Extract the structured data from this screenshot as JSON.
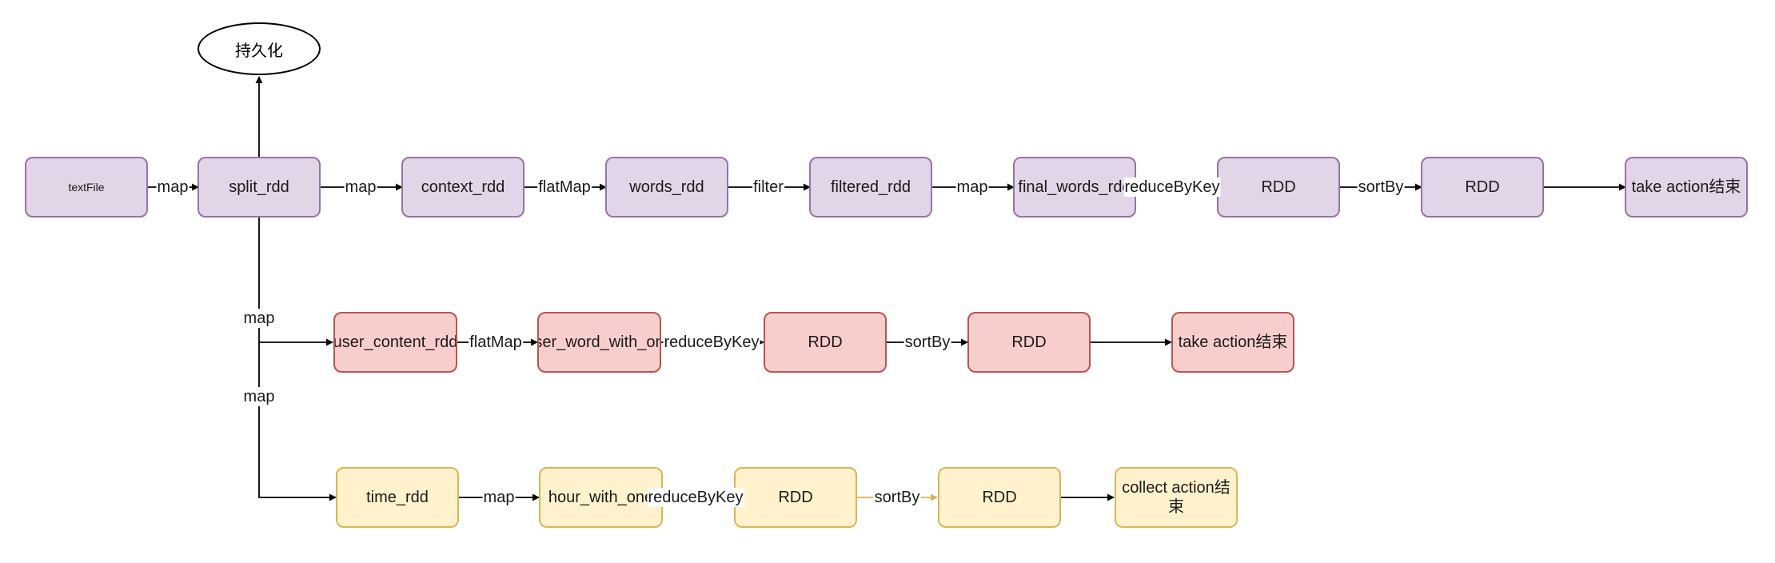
{
  "diagram": {
    "persist": "持久化",
    "row1": {
      "text_file": "textFile",
      "split_rdd": "split_rdd",
      "context_rdd": "context_rdd",
      "words_rdd": "words_rdd",
      "filtered_rdd": "filtered_rdd",
      "final_words_rdd": "final_words_rdd",
      "rdd_a": "RDD",
      "rdd_b": "RDD",
      "take_action": "take action结束"
    },
    "row2": {
      "user_content_rdd": "user_content_rdd",
      "user_word_with_one": "user_word_with_one",
      "rdd_a": "RDD",
      "rdd_b": "RDD",
      "take_action": "take action结束"
    },
    "row3": {
      "time_rdd": "time_rdd",
      "hour_with_one": "hour_with_one",
      "rdd_a": "RDD",
      "rdd_b": "RDD",
      "collect_action": "collect action结束"
    },
    "edges": {
      "r1_map1": "map",
      "r1_map2": "map",
      "r1_flatmap": "flatMap",
      "r1_filter": "filter",
      "r1_map3": "map",
      "r1_reducebykey": "reduceByKey",
      "r1_sortby": "sortBy",
      "branch_map_user": "map",
      "branch_map_time": "map",
      "r2_flatmap": "flatMap",
      "r2_reducebykey": "reduceByKey",
      "r2_sortby": "sortBy",
      "r3_map": "map",
      "r3_reducebykey": "reduceByKey",
      "r3_sortby": "sortBy"
    }
  }
}
